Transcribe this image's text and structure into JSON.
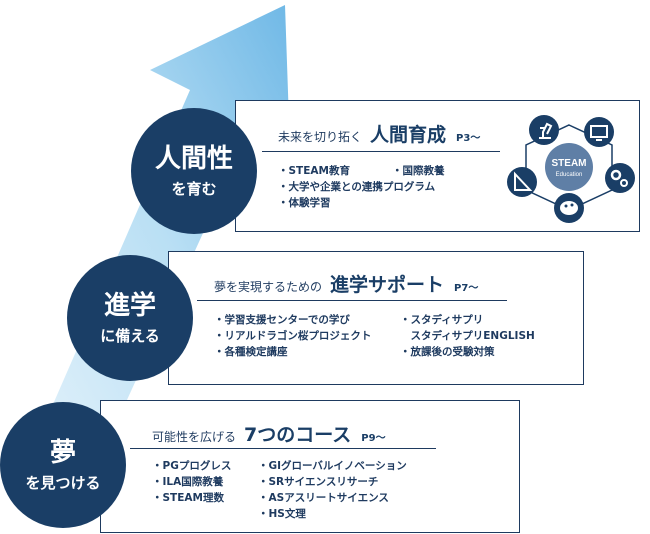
{
  "stage1": {
    "circle_big": "人間性",
    "circle_small": "を育む",
    "prefix": "未来を切り拓く",
    "title": "人間育成",
    "page": "P3～",
    "col1": [
      "STEAM教育",
      "大学や企業との連携プログラム",
      "体験学習"
    ],
    "col2": [
      "国際教養"
    ],
    "emblem_label": "STEAM",
    "emblem_sublabel": "Education",
    "emblem_icons": [
      "microscope-icon",
      "monitor-icon",
      "gears-icon",
      "palette-icon",
      "ruler-icon"
    ]
  },
  "stage2": {
    "circle_big": "進学",
    "circle_small": "に備える",
    "prefix": "夢を実現するための",
    "title": "進学サポート",
    "page": "P7～",
    "col1": [
      "学習支援センターでの学び",
      "リアルドラゴン桜プロジェクト",
      "各種検定講座"
    ],
    "col2": [
      "スタディサプリ",
      "スタディサプリENGLISH",
      "放課後の受験対策"
    ]
  },
  "stage3": {
    "circle_big": "夢",
    "circle_small": "を見つける",
    "prefix": "可能性を広げる",
    "title": "7つのコース",
    "page": "P9～",
    "col1": [
      "PGプログレス",
      "ILA国際教養",
      "STEAM理数"
    ],
    "col2": [
      "GIグローバルイノベーション",
      "SRサイエンスリサーチ",
      "ASアスリートサイエンス",
      "HS文理"
    ]
  },
  "colors": {
    "navy": "#1a3e66",
    "arrow_light": "#dbeef9",
    "arrow_mid": "#8cc8ea"
  }
}
